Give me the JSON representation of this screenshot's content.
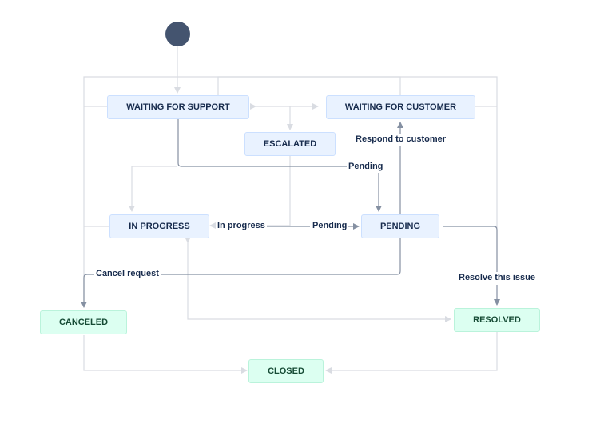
{
  "statuses": {
    "waiting_for_support": "WAITING FOR SUPPORT",
    "waiting_for_customer": "WAITING FOR CUSTOMER",
    "escalated": "ESCALATED",
    "in_progress": "IN PROGRESS",
    "pending": "PENDING",
    "canceled": "CANCELED",
    "resolved": "RESOLVED",
    "closed": "CLOSED"
  },
  "transitions": {
    "respond_to_customer": "Respond to customer",
    "pending_from_support": "Pending",
    "in_progress": "In progress",
    "pending_from_progress": "Pending",
    "cancel_request": "Cancel request",
    "resolve_this_issue": "Resolve this issue"
  },
  "colors": {
    "status_blue_fill": "#e9f2ff",
    "status_green_fill": "#dcfff1",
    "start_node": "#44546f",
    "active_line": "#8590a2",
    "faint_line": "#d9dce2"
  }
}
